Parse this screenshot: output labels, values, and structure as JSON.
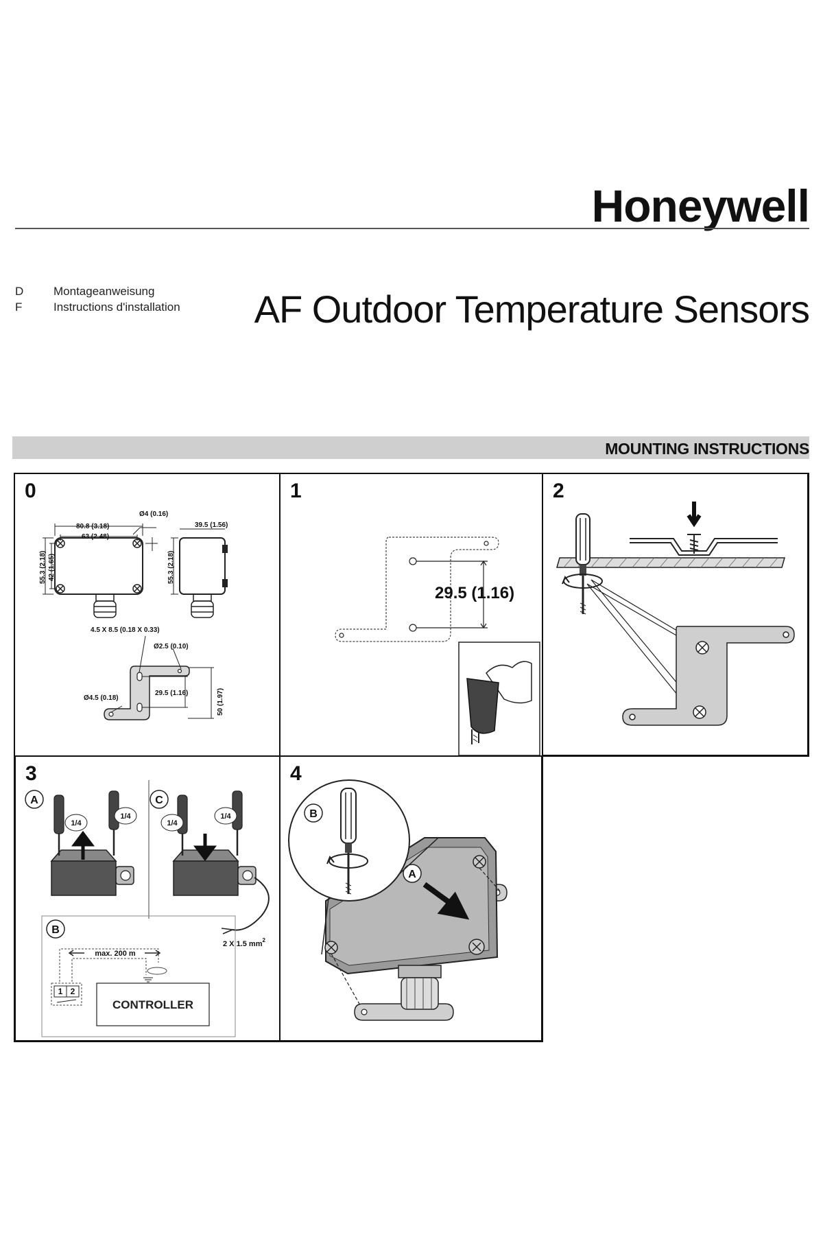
{
  "header": {
    "brand": "Honeywell",
    "languages": [
      {
        "code": "D",
        "label": "Montageanweisung"
      },
      {
        "code": "F",
        "label": "Instructions d'installation"
      }
    ],
    "title": "AF Outdoor Temperature Sensors"
  },
  "section": {
    "title": "MOUNTING INSTRUCTIONS"
  },
  "steps": {
    "s0": {
      "number": "0",
      "dims": {
        "width_outer": "80.8 (3.18)",
        "width_holes": "63 (2.48)",
        "hole_dia": "Ø4 (0.16)",
        "depth": "39.5 (1.56)",
        "height_outer": "55.3 (2.18)",
        "height_holes": "42 (1.65)",
        "height_side": "55.3 (2.18)",
        "slot": "4.5 X 8.5 (0.18 X 0.33)",
        "small_hole": "Ø2.5 (0.10)",
        "mount_hole": "Ø4.5 (0.18)",
        "hole_spacing": "29.5 (1.16)",
        "plate_height": "50 (1.97)"
      }
    },
    "s1": {
      "number": "1",
      "spacing": "29.5 (1.16)"
    },
    "s2": {
      "number": "2"
    },
    "s3": {
      "number": "3",
      "label_a": "A",
      "label_b": "B",
      "label_c": "C",
      "quarter": "1/4",
      "cable_length": "max. 200 m",
      "terminal_1": "1",
      "terminal_2": "2",
      "controller": "CONTROLLER",
      "wire": "2 X 1.5 mm",
      "wire_sup": "2"
    },
    "s4": {
      "number": "4",
      "label_a": "A",
      "label_b": "B"
    }
  }
}
